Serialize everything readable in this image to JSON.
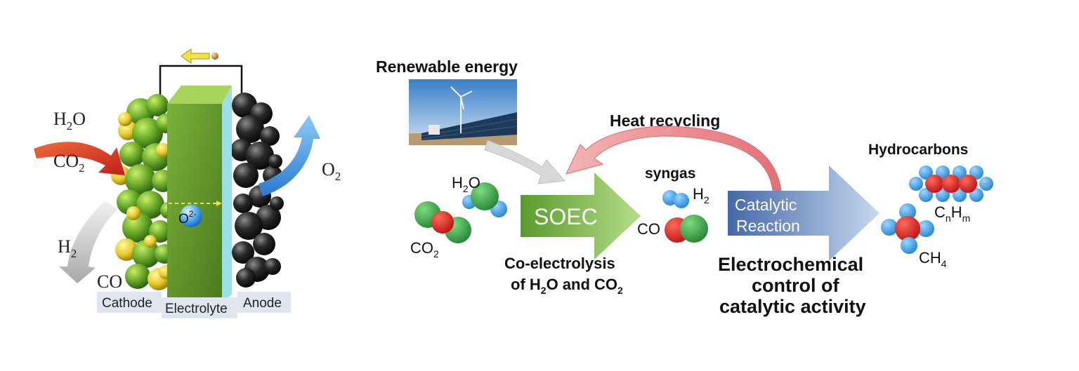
{
  "cell": {
    "inputs": {
      "h2o": "H",
      "h2o_sub": "2",
      "h2o_end": "O",
      "co2": "CO",
      "co2_sub": "2"
    },
    "outputs": {
      "h2": "H",
      "h2_sub": "2",
      "co": "CO"
    },
    "o2": "O",
    "o2_sub": "2",
    "ion": "O",
    "ion_sup": "2-",
    "labels": {
      "cathode": "Cathode",
      "electrolyte": "Electrolyte",
      "anode": "Anode"
    },
    "colors": {
      "cathode_green": "#6aaa2a",
      "electrolyte": "#5d8f2a",
      "anode": "#1b1b1b",
      "inlet_arrow": "#d83a1e",
      "outlet_arrow": "#4a9be0"
    }
  },
  "process": {
    "renewable_energy": "Renewable energy",
    "heat_recycling": "Heat recycling",
    "soec": "SOEC",
    "co_electrolysis": {
      "line1": "Co-electrolysis",
      "line2a": "of H",
      "line2_sub1": "2",
      "line2b": "O and CO",
      "line2_sub2": "2"
    },
    "syngas": "syngas",
    "h2": "H",
    "h2_sub": "2",
    "co": "CO",
    "h2o": "H",
    "h2o_sub": "2",
    "h2o_end": "O",
    "co2": "CO",
    "co2_sub": "2",
    "catalytic": {
      "line1": "Catalytic",
      "line2": "Reaction"
    },
    "electrochemical": {
      "line1": "Electrochemical",
      "line2": "control of",
      "line3": "catalytic activity"
    },
    "hydrocarbons": "Hydrocarbons",
    "cnhm": {
      "c": "C",
      "n": "n",
      "h": "H",
      "m": "m"
    },
    "ch4": "CH",
    "ch4_sub": "4",
    "colors": {
      "soec_arrow": "#7bb84a",
      "catalytic_arrow": "#7a9fd0",
      "heat_arrow": "#e8868a",
      "molecule_green": "#3aa84a",
      "molecule_red": "#e0282a",
      "molecule_blue": "#3aa0e8"
    }
  }
}
